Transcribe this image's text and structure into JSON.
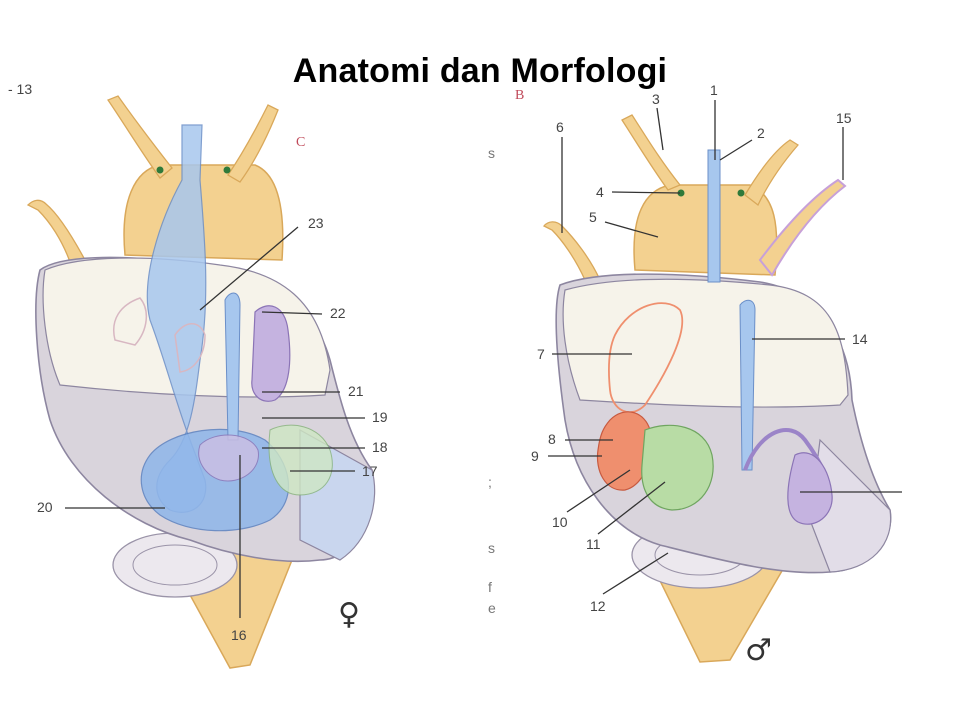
{
  "title": "Anatomi dan Morfologi",
  "figure_letters": {
    "left": "C",
    "right": "B"
  },
  "corner_label": "- 13",
  "sex_symbols": {
    "female": "♀",
    "male": "♂"
  },
  "left_labels": [
    "23",
    "22",
    "21",
    "19",
    "18",
    "17",
    "20",
    "16"
  ],
  "right_labels": [
    "1",
    "2",
    "3",
    "4",
    "5",
    "6",
    "7",
    "8",
    "9",
    "10",
    "11",
    "12",
    "14",
    "15"
  ],
  "page_fragments": [
    "s",
    ";",
    "s",
    "f",
    "e"
  ],
  "colors": {
    "foot": "#f3d190",
    "foot_edge": "#d9a85a",
    "shell": "#d9d4dc",
    "shell_edge": "#8d86a0",
    "mantle": "#f6f3ea",
    "blue_organ": "#a7c7ee",
    "purple_organ": "#c5b3e0",
    "orange_organ": "#ef8f6e",
    "green_organ": "#b8dca5",
    "eye": "#2f7a3a"
  }
}
